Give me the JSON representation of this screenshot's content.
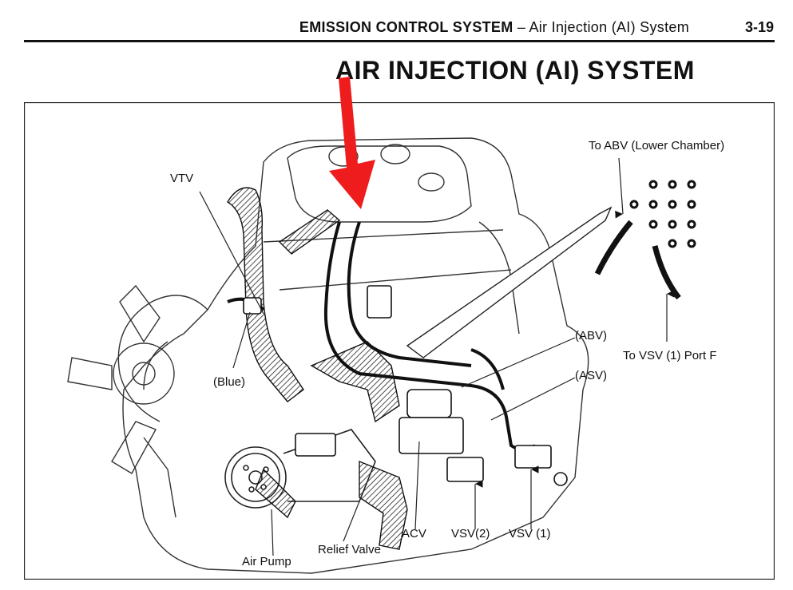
{
  "header": {
    "section_bold": "EMISSION CONTROL SYSTEM",
    "section_rest": "– Air Injection (AI) System",
    "page_number": "3-19"
  },
  "title": "AIR INJECTION (AI) SYSTEM",
  "labels": {
    "vtv": "VTV",
    "blue": "(Blue)",
    "to_abv": "To ABV (Lower Chamber)",
    "abv": "(ABV)",
    "asv": "(ASV)",
    "to_vsv": "To VSV (1) Port F",
    "acv": "ACV",
    "vsv2": "VSV(2)",
    "vsv1": "VSV (1)",
    "relief_valve": "Relief Valve",
    "air_pump": "Air Pump"
  },
  "colors": {
    "annotation_arrow": "#ee1c1c",
    "ink": "#111111"
  },
  "icons": {
    "annotation": "red-down-arrow"
  }
}
